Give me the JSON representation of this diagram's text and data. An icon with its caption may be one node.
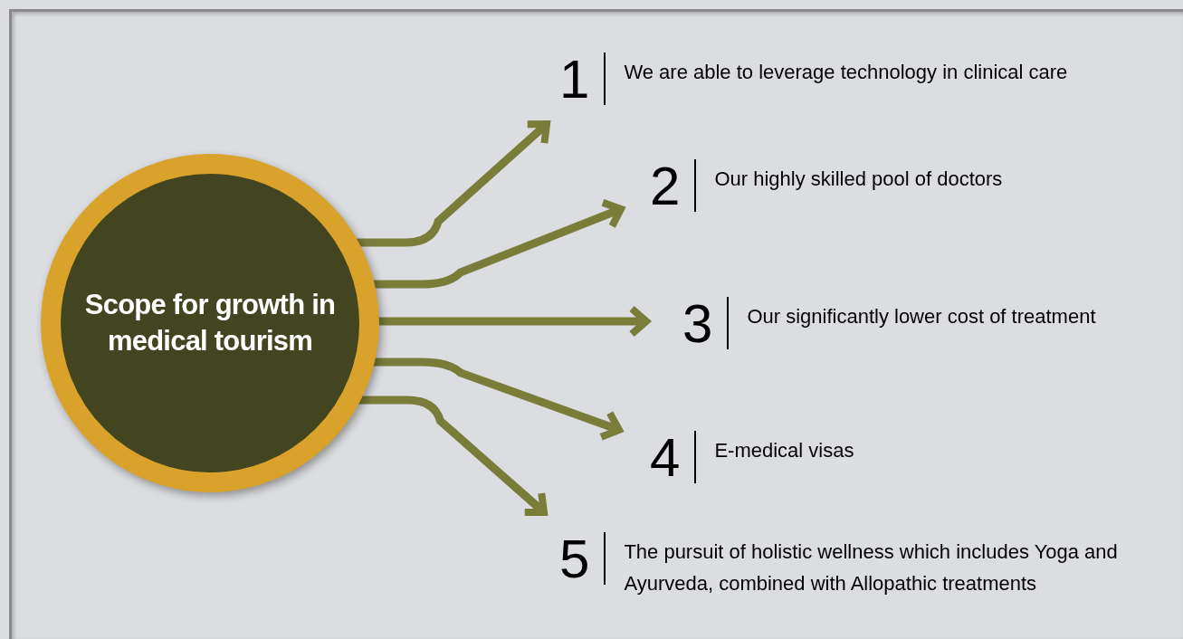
{
  "diagram": {
    "nodes": [
      {
        "text": [
          "Scope for growth in medical tourism"
        ]
      },
      {
        "text": [
          "1",
          "We are able to leverage technology in clinical care"
        ]
      },
      {
        "text": [
          "2",
          "Our highly skilled pool of doctors"
        ]
      },
      {
        "text": [
          "3",
          "Our significantly lower cost of treatment"
        ]
      },
      {
        "text": [
          "4",
          "E-medical visas"
        ]
      },
      {
        "text": [
          "5",
          "The pursuit of holistic wellness which includes Yoga and Ayurveda, combined with Allopathic treatments"
        ]
      }
    ],
    "edges": [
      {
        "from": 0,
        "to": 1,
        "arrow": "to"
      },
      {
        "from": 0,
        "to": 2,
        "arrow": "to"
      },
      {
        "from": 0,
        "to": 3,
        "arrow": "to"
      },
      {
        "from": 0,
        "to": 4,
        "arrow": "to"
      },
      {
        "from": 0,
        "to": 5,
        "arrow": "to"
      }
    ]
  }
}
